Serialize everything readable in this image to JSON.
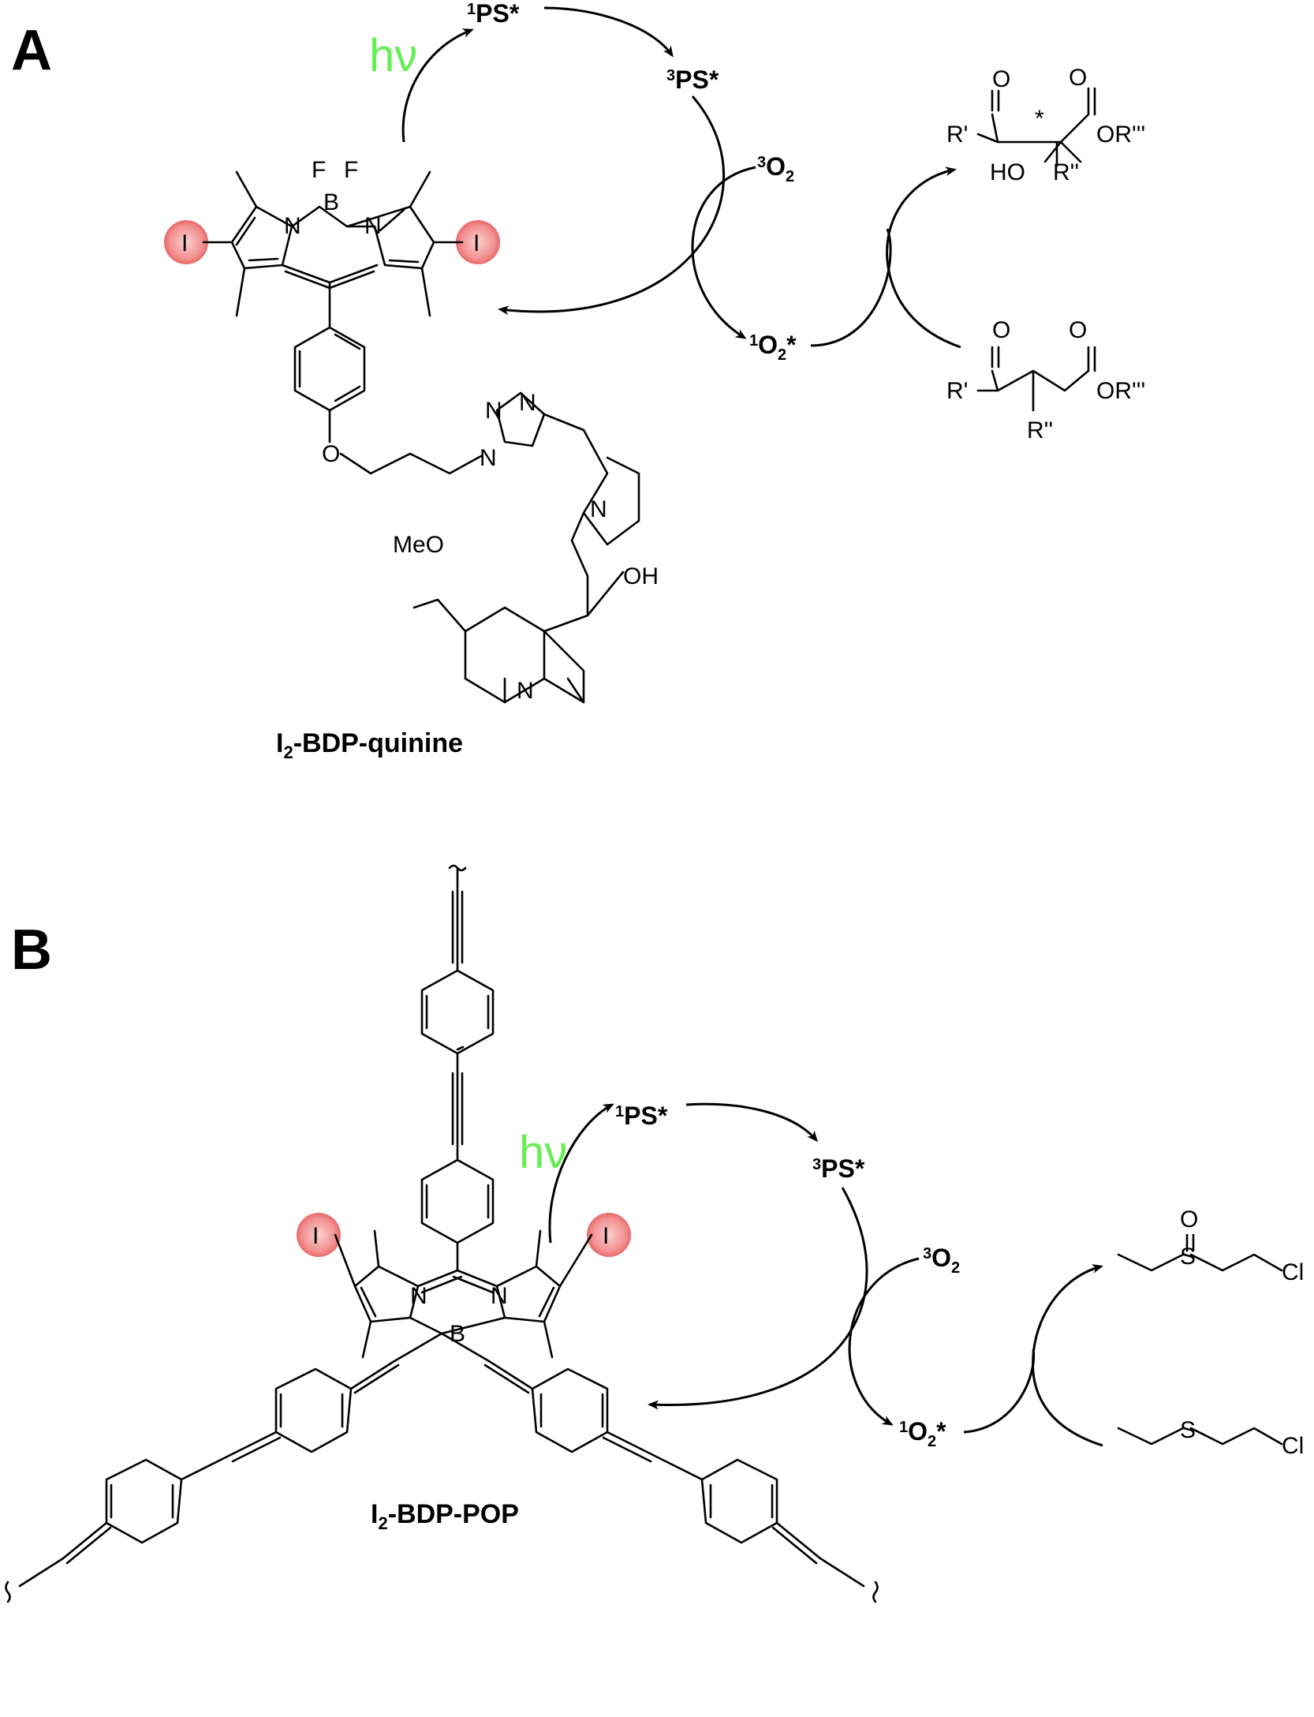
{
  "panels": {
    "a": {
      "letter": "A",
      "caption": {
        "main": "I",
        "sub": "2",
        "rest": "-BDP-quinine"
      },
      "cycle": {
        "hv": "hν",
        "ps1": {
          "sup": "1",
          "base": "PS*"
        },
        "ps3": {
          "sup": "3",
          "base": "PS*"
        },
        "o2_ground": {
          "sup": "3",
          "base": "O",
          "sub": "2"
        },
        "o2_singlet": {
          "sup": "1",
          "base": "O",
          "sub": "2",
          "post": "*"
        }
      },
      "molecule_labels": {
        "f1": "F",
        "f2": "F",
        "b": "B",
        "n1": "N",
        "n2": "N",
        "i1": "I",
        "i2": "I",
        "o": "O",
        "n_tri1": "N",
        "n_tri2": "N",
        "n_tri3": "N",
        "n_quin": "N",
        "n_pyr": "N",
        "meo": "MeO",
        "oh": "OH"
      },
      "product": {
        "o1": "O",
        "o2": "O",
        "r1": "R'",
        "ho": "HO",
        "r2": "R''",
        "or3": "OR'''",
        "star": "*"
      },
      "substrate": {
        "o1": "O",
        "o2": "O",
        "r1": "R'",
        "r2": "R''",
        "or3": "OR'''"
      }
    },
    "b": {
      "letter": "B",
      "caption": {
        "main": "I",
        "sub": "2",
        "rest": "-BDP-POP"
      },
      "cycle": {
        "hv": "hν",
        "ps1": {
          "sup": "1",
          "base": "PS*"
        },
        "ps3": {
          "sup": "3",
          "base": "PS*"
        },
        "o2_ground": {
          "sup": "3",
          "base": "O",
          "sub": "2"
        },
        "o2_singlet": {
          "sup": "1",
          "base": "O",
          "sub": "2",
          "post": "*"
        }
      },
      "molecule_labels": {
        "i1": "I",
        "i2": "I",
        "n1": "N",
        "n2": "N",
        "b": "B"
      },
      "product": {
        "o": "O",
        "s": "S",
        "cl": "Cl"
      },
      "substrate": {
        "s": "S",
        "cl": "Cl"
      }
    }
  },
  "colors": {
    "hv": "#66ee55",
    "iodine_highlight": "#f08080",
    "ink": "#000000"
  }
}
